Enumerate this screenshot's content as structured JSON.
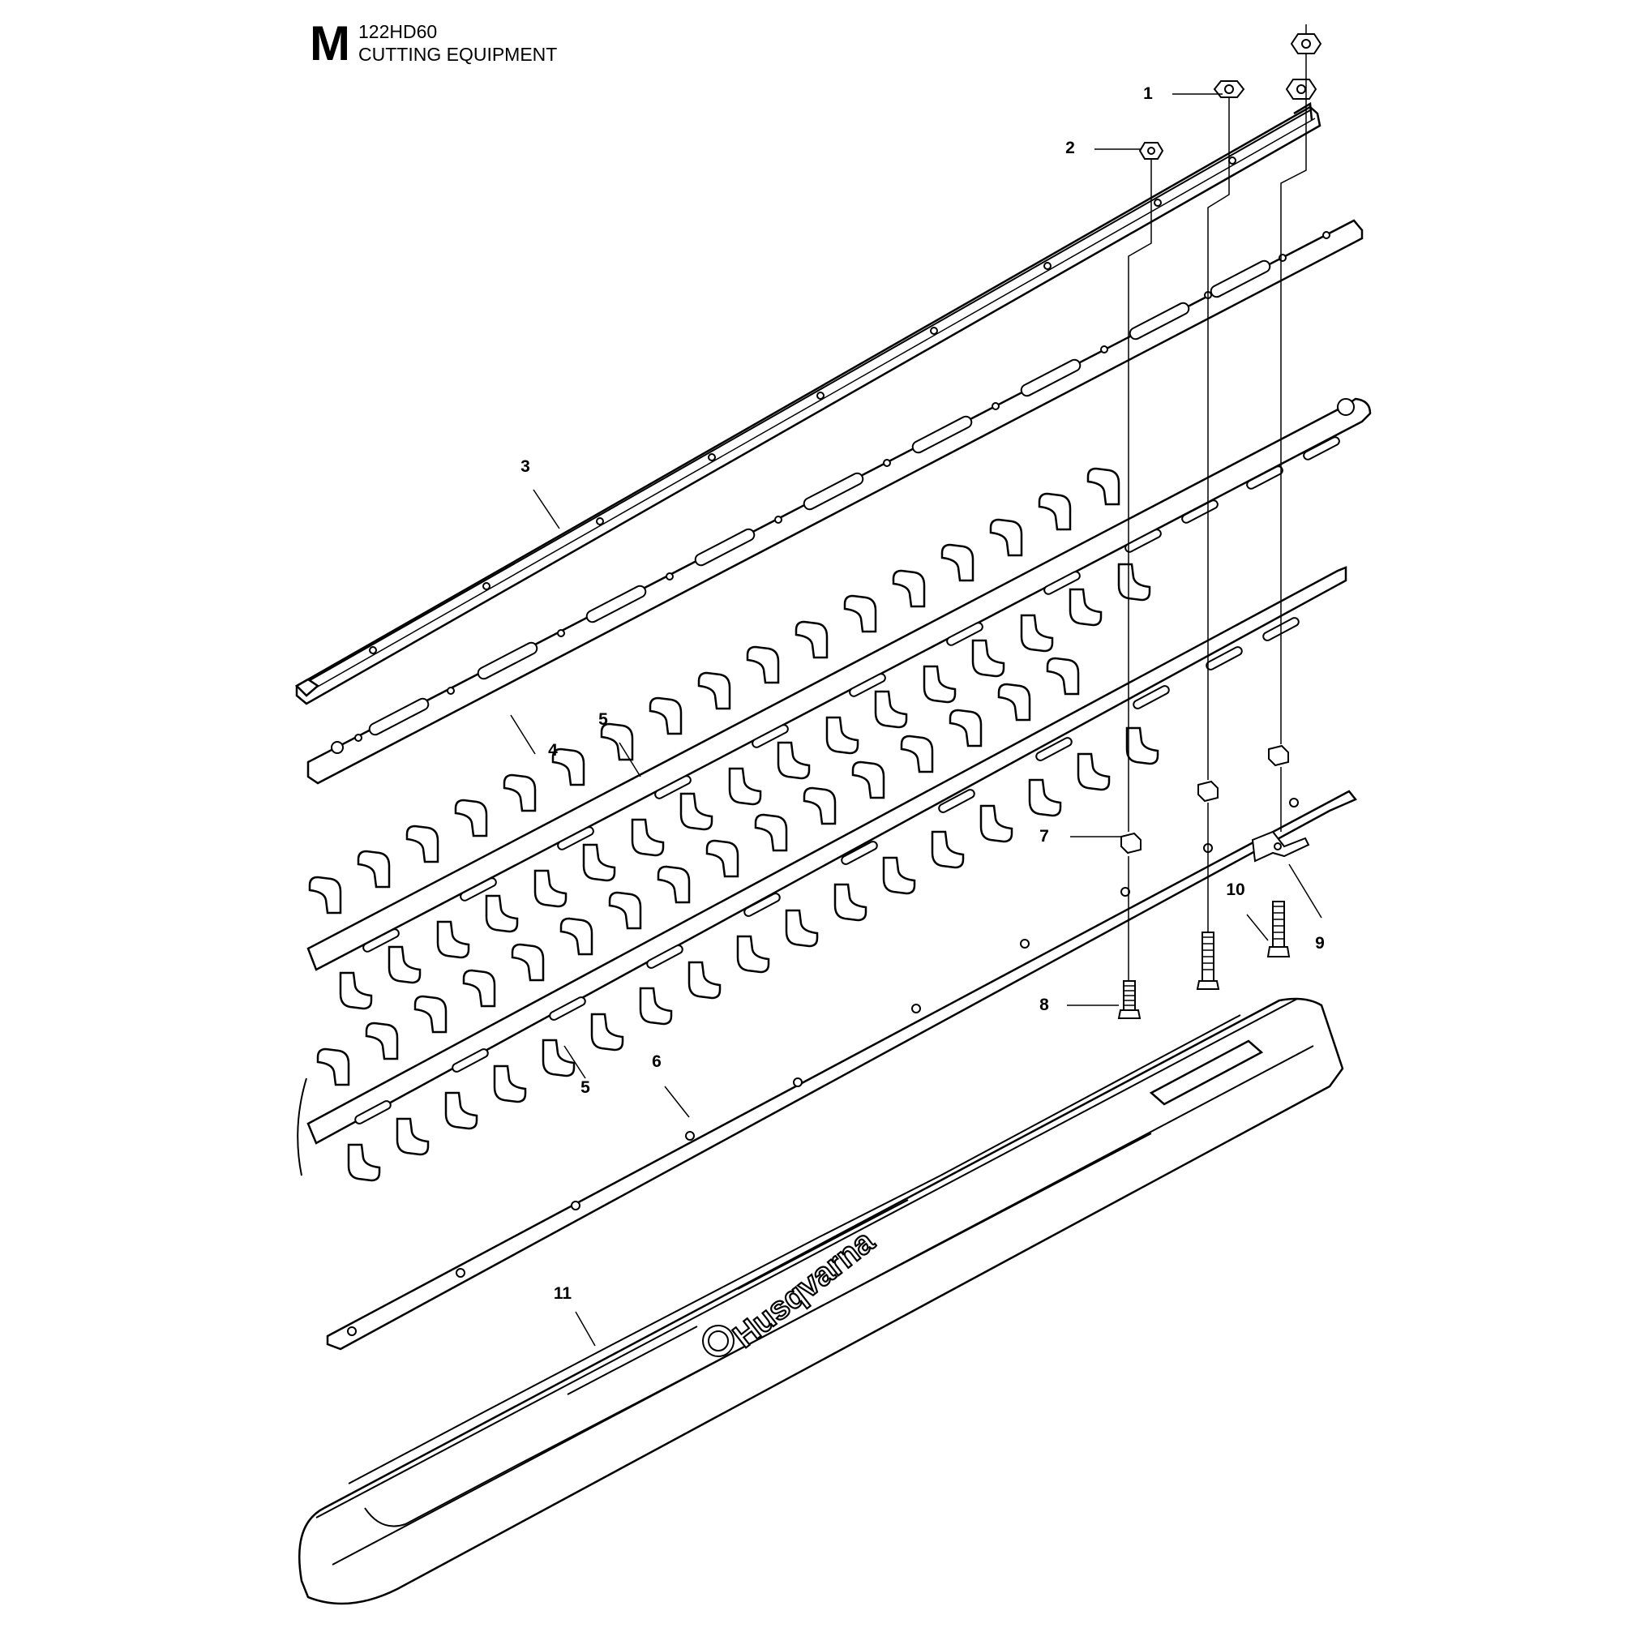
{
  "header": {
    "section_letter": "M",
    "model": "122HD60",
    "title": "CUTTING EQUIPMENT"
  },
  "brand_text": "Husqvarna",
  "callouts": {
    "c1": "1",
    "c2": "2",
    "c3": "3",
    "c4": "4",
    "c5a": "5",
    "c5b": "5",
    "c6": "6",
    "c7": "7",
    "c8": "8",
    "c9": "9",
    "c10": "10",
    "c11": "11"
  },
  "colors": {
    "line": "#000000",
    "background": "#ffffff",
    "hole": "#ffffff"
  }
}
